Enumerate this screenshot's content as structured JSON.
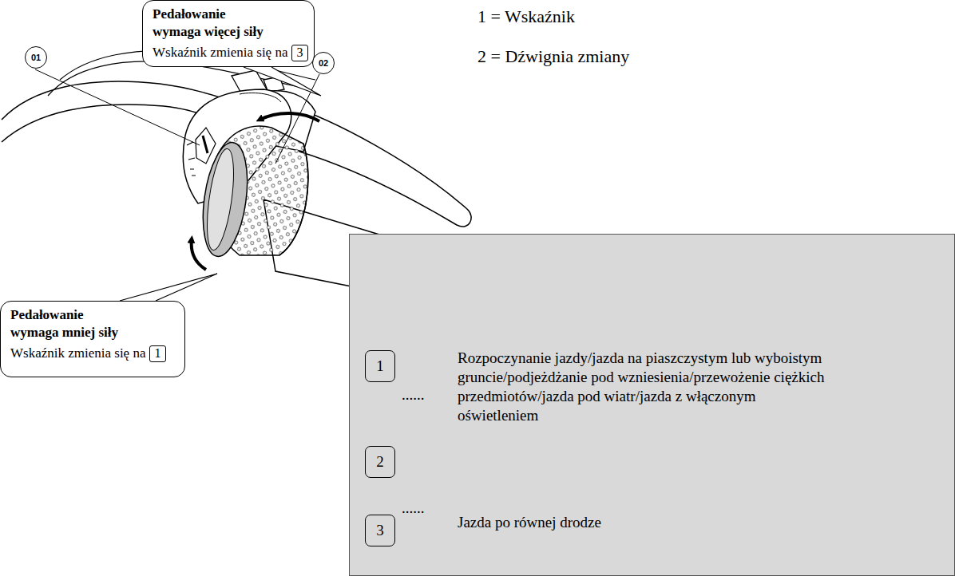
{
  "diagram": {
    "nodes": [
      {
        "text": [
          "01"
        ]
      },
      {
        "text": [
          "Pedałowanie wymaga więcej siły",
          "Wskaźnik zmienia się na"
        ]
      },
      {
        "text": [
          "3"
        ],
        "in": 1
      },
      {
        "text": [
          "02"
        ]
      },
      {
        "text": [
          "Pedałowanie wymaga mniej siły",
          "Wskaźnik zmienia się na"
        ]
      },
      {
        "text": [
          "1"
        ],
        "in": 4
      },
      {
        "text": [
          "Rozpoczynanie jazdy/jazda na piaszczystym lub wyboistym gruncie/podjeżdżanie pod wzniesienia/przewożenie ciężkich przedmiotów/jazda pod wiatr/jazda z włączonym oświetleniem",
          "Jazda po równej drodze"
        ]
      },
      {
        "text": [
          "1"
        ],
        "in": 6
      },
      {
        "text": [
          "2"
        ],
        "in": 6
      },
      {
        "text": [
          "3"
        ],
        "in": 6
      }
    ],
    "labels": [
      "1 = Wskaźnik",
      "2 = Dźwignia zmiany",
      "......",
      "......",
      "......"
    ]
  }
}
